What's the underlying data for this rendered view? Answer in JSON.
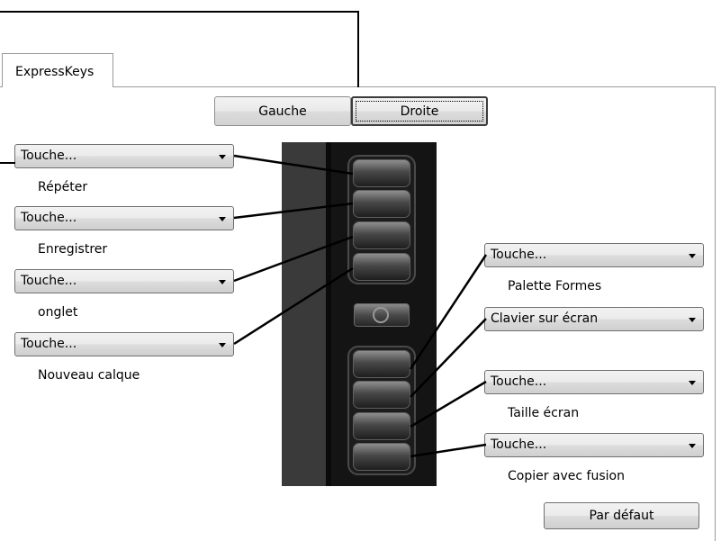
{
  "tab": {
    "label": "ExpressKeys"
  },
  "side_toggle": {
    "left": "Gauche",
    "right": "Droite",
    "selected": "right"
  },
  "left_keys": [
    {
      "value": "Touche...",
      "label": "Répéter"
    },
    {
      "value": "Touche...",
      "label": "Enregistrer"
    },
    {
      "value": "Touche...",
      "label": "onglet"
    },
    {
      "value": "Touche...",
      "label": "Nouveau calque"
    }
  ],
  "right_keys": [
    {
      "value": "Touche...",
      "label": "Palette Formes"
    },
    {
      "value": "Clavier sur écran",
      "label": ""
    },
    {
      "value": "Touche...",
      "label": "Taille écran"
    },
    {
      "value": "Touche...",
      "label": "Copier avec fusion"
    }
  ],
  "reset_button": "Par défaut"
}
